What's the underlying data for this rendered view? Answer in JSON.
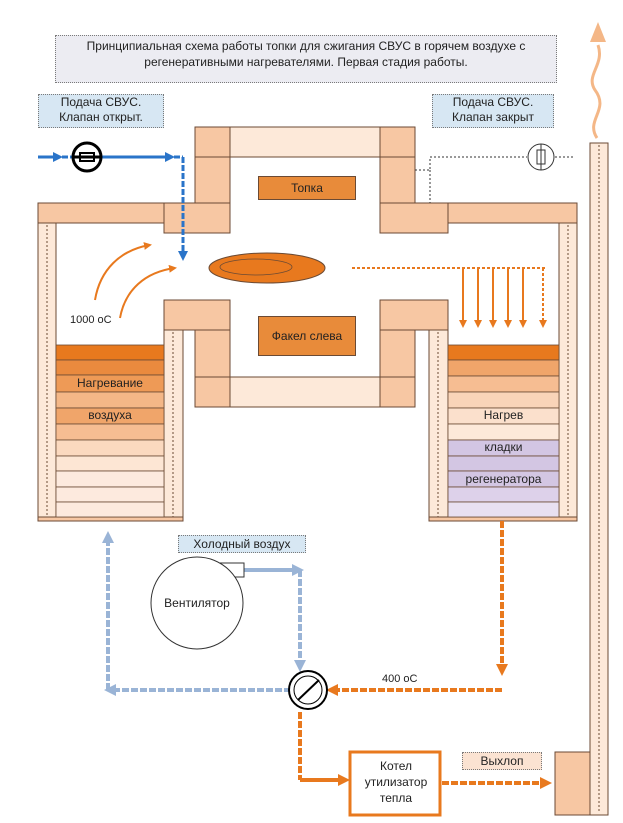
{
  "title": "Принципиальная схема работы топки для сжигания СВУС в горячем воздухе  с регенеративными нагревателями. Первая стадия работы.",
  "title_line1": "Принципиальная схема работы топки для сжигания СВУС в горячем воздухе  с",
  "title_line2": "регенеративными нагревателями. Первая стадия работы.",
  "left_supply": {
    "line1": "Подача СВУС.",
    "line2": "Клапан открыт."
  },
  "right_supply": {
    "line1": "Подача СВУС.",
    "line2": "Клапан закрыт"
  },
  "furnace": "Топка",
  "flame": "Факел слева",
  "left_temp": "1000 оС",
  "left_regen": {
    "line1": "Нагревание",
    "line2": "воздуха"
  },
  "right_regen": {
    "line1": "Нагрев",
    "line2": "кладки",
    "line3": "регенератора"
  },
  "cold_air": "Холодный воздух",
  "fan": "Вентилятор",
  "right_temp": "400 оС",
  "boiler": {
    "line1": "Котел",
    "line2": "утилизатор",
    "line3": "тепла"
  },
  "exhaust": "Выхлоп",
  "colors": {
    "wall": "#f7c7a3",
    "wall_stroke": "#6b4a34",
    "hot_flow": "#e8791e",
    "cold_flow": "#9ab4d6",
    "fuel_flow": "#2a74c9",
    "label_orange": "#e88b3a",
    "regen_purple": "#d3c6e3"
  }
}
